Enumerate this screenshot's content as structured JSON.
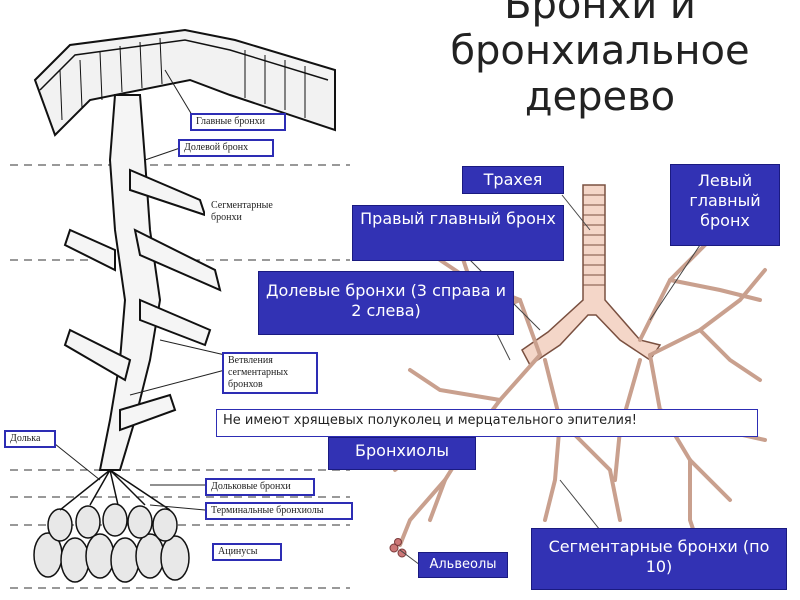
{
  "title": "Бронхи и бронхиальное дерево",
  "left_diagram": {
    "labels": {
      "main_bronchi": "Главные бронхи",
      "lobar_bronchus": "Долевой бронх",
      "segmental_bronchi": "Сегментарные бронхи",
      "segmental_branches": "Ветвления сегментарных бронхов",
      "lobule": "Долька",
      "lobular_bronchi": "Дольковые бронхи",
      "terminal_bronchioles": "Терминальные бронхиолы",
      "acini": "Ацинусы"
    }
  },
  "right_diagram": {
    "labels": {
      "trachea": "Трахея",
      "right_main": "Правый главный бронх",
      "left_main": "Левый главный бронх",
      "lobar": "Долевые бронхи (3 справа и 2 слева)",
      "note": "Не имеют хрящевых полуколец и мерцательного эпителия!",
      "bronchioles": "Бронхиолы",
      "alveoli": "Альвеолы",
      "segmental": "Сегментарные бронхи (по 10)"
    }
  },
  "colors": {
    "label_fill": "#3232b4",
    "label_text": "#ffffff",
    "tree_fill": "#f4d6c8",
    "tree_stroke": "#7a5040"
  }
}
